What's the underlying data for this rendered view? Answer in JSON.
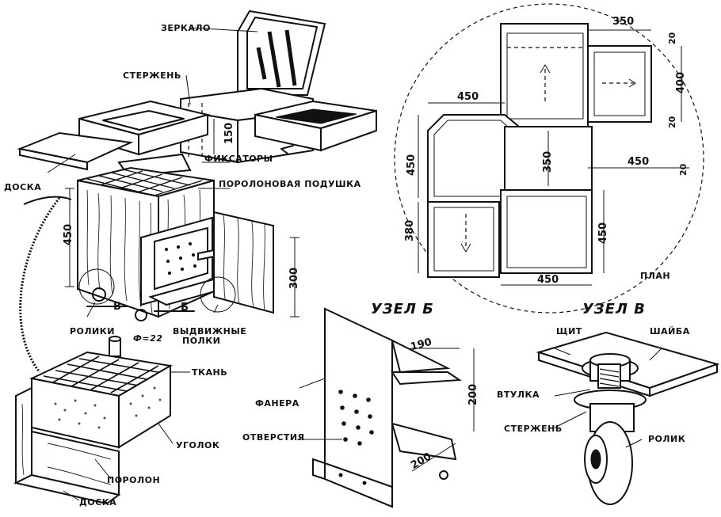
{
  "labels": {
    "mirror": "ЗЕРКАЛО",
    "rod_top": "СТЕРЖЕНЬ",
    "clamps": "ФИКСАТОРЫ",
    "board_top": "ДОСКА",
    "foam_cushion": "ПОРОЛОНОВАЯ ПОДУШКА",
    "rollers": "РОЛИКИ",
    "pullout_shelves_1": "ВЫДВИЖНЫЕ",
    "pullout_shelves_2": "ПОЛКИ",
    "diameter": "Ф=22",
    "fabric": "ТКАНЬ",
    "angle": "УГОЛОК",
    "foam": "ПОРОЛОН",
    "board_bottom": "ДОСКА",
    "plywood": "ФАНЕРА",
    "holes": "ОТВЕРСТИЯ",
    "shield": "ЩИТ",
    "washer": "ШАЙБА",
    "bushing": "ВТУЛКА",
    "rod_node": "СТЕРЖЕНЬ",
    "roller": "РОЛИК",
    "plan": "ПЛАН",
    "node_b_title": "УЗЕЛ Б",
    "node_v_title": "УЗЕЛ В",
    "marker_b_letter": "Б",
    "marker_v_letter": "В"
  },
  "dimensions": {
    "d150": "150",
    "d450_left": "450",
    "d300": "300",
    "d190": "190",
    "d200_vert": "200",
    "d200_diag": "200",
    "plan_350_top": "350",
    "plan_20_a": "20",
    "plan_400": "400",
    "plan_20_b": "20",
    "plan_450_top": "450",
    "plan_450_left": "450",
    "plan_350_mid": "350",
    "plan_450_right_h": "450",
    "plan_20_c": "20",
    "plan_380": "380",
    "plan_450_right_v": "450",
    "plan_450_bottom": "450"
  }
}
